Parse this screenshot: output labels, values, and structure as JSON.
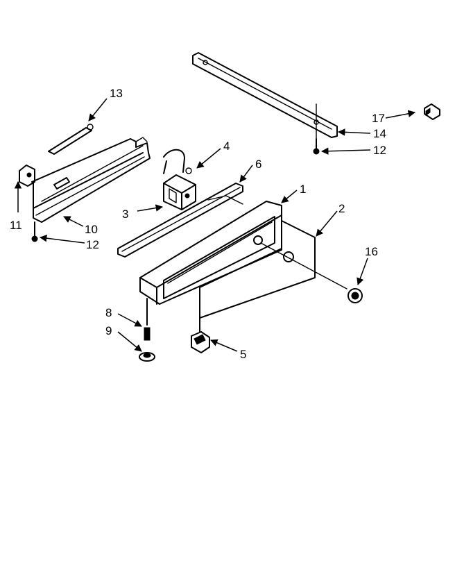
{
  "diagram": {
    "callouts": {
      "c1": "1",
      "c2": "2",
      "c3": "3",
      "c4": "4",
      "c5": "5",
      "c6": "6",
      "c8": "8",
      "c9": "9",
      "c10": "10",
      "c11": "11",
      "c12a": "12",
      "c12b": "12",
      "c13": "13",
      "c14": "14",
      "c16": "16",
      "c17": "17"
    }
  }
}
